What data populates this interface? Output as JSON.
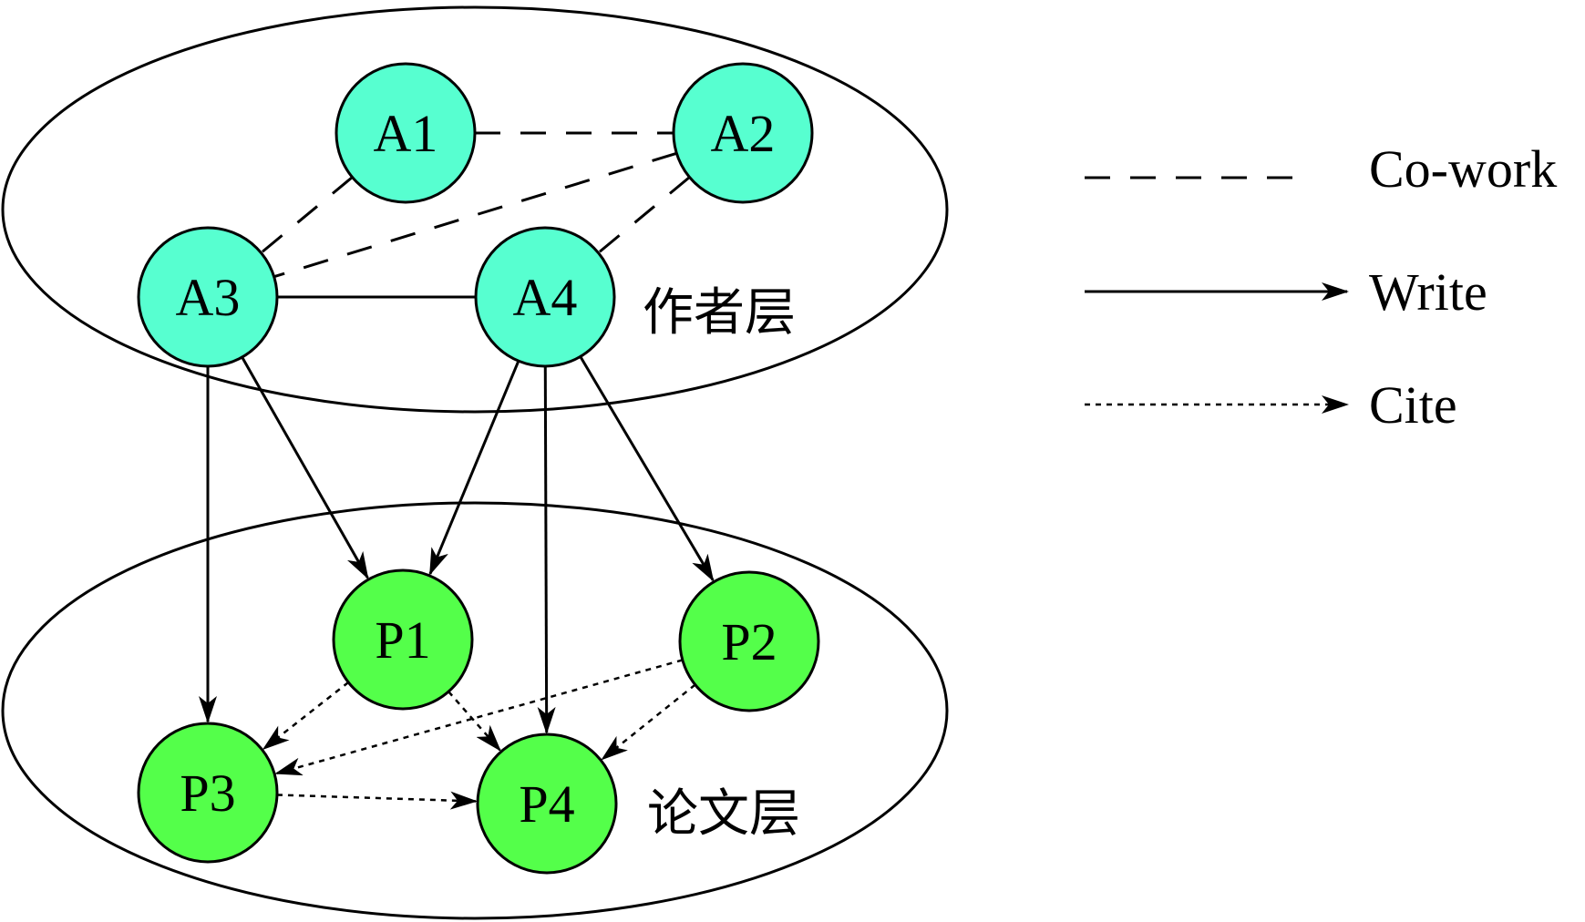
{
  "colors": {
    "author_fill": "#57ffd0",
    "paper_fill": "#54ff4a",
    "stroke": "#000000",
    "background": "#ffffff"
  },
  "layers": {
    "author": {
      "label": "作者层"
    },
    "paper": {
      "label": "论文层"
    }
  },
  "nodes": [
    {
      "id": "A1",
      "label": "A1",
      "layer": "author"
    },
    {
      "id": "A2",
      "label": "A2",
      "layer": "author"
    },
    {
      "id": "A3",
      "label": "A3",
      "layer": "author"
    },
    {
      "id": "A4",
      "label": "A4",
      "layer": "author"
    },
    {
      "id": "P1",
      "label": "P1",
      "layer": "paper"
    },
    {
      "id": "P2",
      "label": "P2",
      "layer": "paper"
    },
    {
      "id": "P3",
      "label": "P3",
      "layer": "paper"
    },
    {
      "id": "P4",
      "label": "P4",
      "layer": "paper"
    }
  ],
  "edges": [
    {
      "from": "A1",
      "to": "A2",
      "type": "co-work"
    },
    {
      "from": "A1",
      "to": "A3",
      "type": "co-work"
    },
    {
      "from": "A2",
      "to": "A3",
      "type": "co-work"
    },
    {
      "from": "A2",
      "to": "A4",
      "type": "co-work"
    },
    {
      "from": "A3",
      "to": "A4",
      "type": "link"
    },
    {
      "from": "A3",
      "to": "P3",
      "type": "write"
    },
    {
      "from": "A3",
      "to": "P1",
      "type": "write"
    },
    {
      "from": "A4",
      "to": "P1",
      "type": "write"
    },
    {
      "from": "A4",
      "to": "P4",
      "type": "write"
    },
    {
      "from": "A4",
      "to": "P2",
      "type": "write"
    },
    {
      "from": "P1",
      "to": "P3",
      "type": "cite"
    },
    {
      "from": "P1",
      "to": "P4",
      "type": "cite"
    },
    {
      "from": "P2",
      "to": "P3",
      "type": "cite"
    },
    {
      "from": "P2",
      "to": "P4",
      "type": "cite"
    },
    {
      "from": "P3",
      "to": "P4",
      "type": "cite"
    }
  ],
  "legend": [
    {
      "type": "co-work",
      "label": "Co-work"
    },
    {
      "type": "write",
      "label": "Write"
    },
    {
      "type": "cite",
      "label": "Cite"
    }
  ]
}
